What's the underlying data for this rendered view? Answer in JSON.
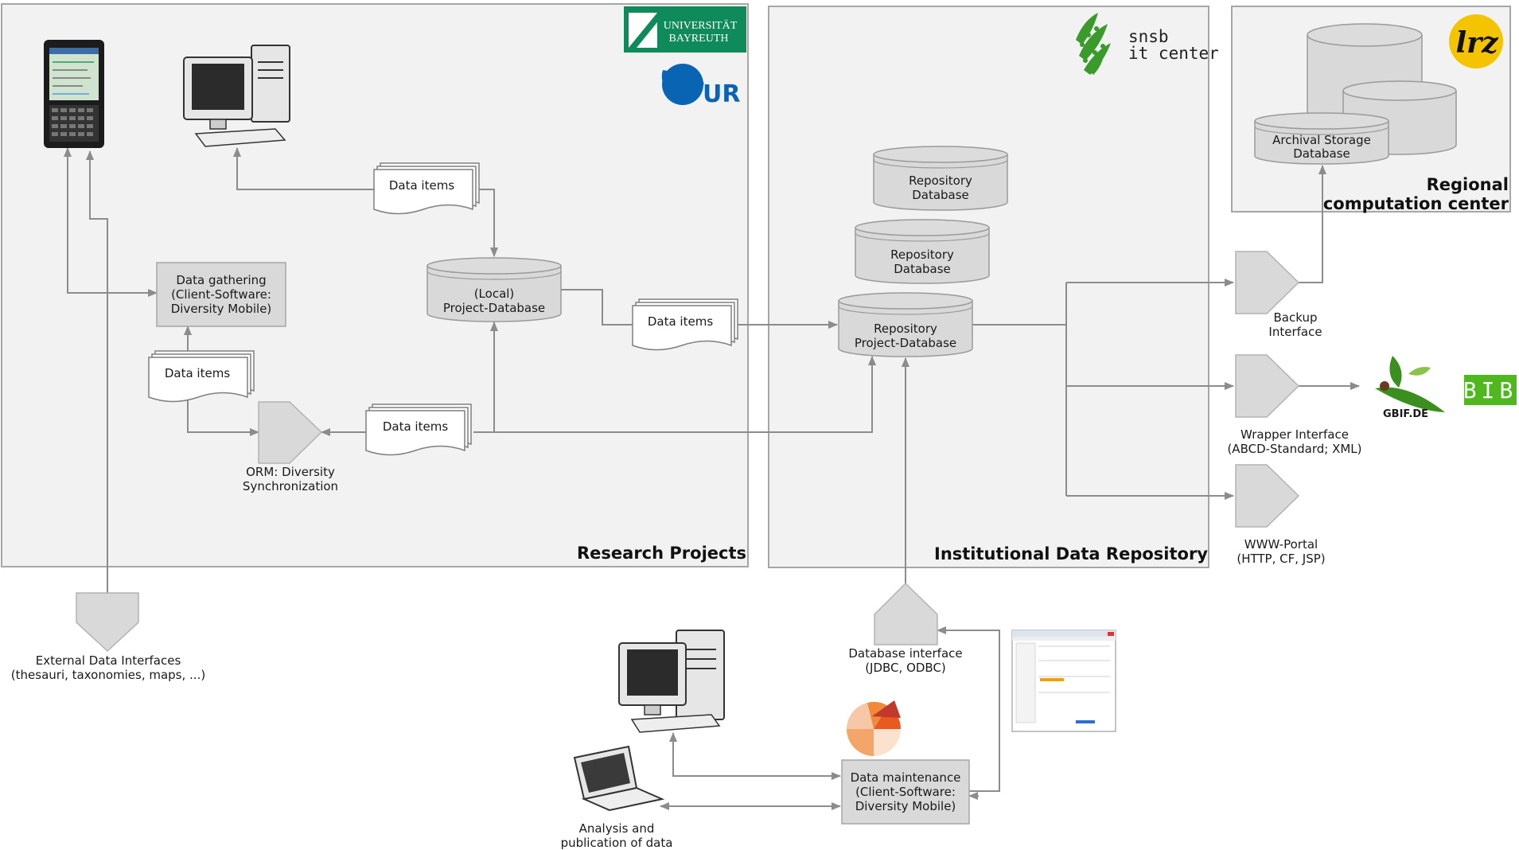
{
  "zones": {
    "research": "Research Projects",
    "repository": "Institutional Data Repository",
    "regional_line1": "Regional",
    "regional_line2": "computation center"
  },
  "logos": {
    "bayreuth_line1": "UNIVERSITÄT",
    "bayreuth_line2": "BAYREUTH",
    "ur": "UR",
    "snsb_line1": "snsb",
    "snsb_line2": "it center",
    "lrz": "lrz",
    "gbif": "GBIF.DE",
    "bib": "BIB"
  },
  "nodes": {
    "data_items_top": "Data items",
    "data_items_mid": "Data items",
    "data_items_left": "Data items",
    "data_items_bottom": "Data items",
    "data_gathering": [
      "Data gathering",
      "(Client-Software:",
      "Diversity Mobile)"
    ],
    "local_db": [
      "(Local)",
      "Project-Database"
    ],
    "orm": [
      "ORM: Diversity",
      "Synchronization"
    ],
    "external": [
      "External Data Interfaces",
      "(thesauri, taxonomies, maps, ...)"
    ],
    "repo_db_1": [
      "Repository",
      "Database"
    ],
    "repo_db_2": [
      "Repository",
      "Database"
    ],
    "repo_project_db": [
      "Repository",
      "Project-Database"
    ],
    "archival": [
      "Archival Storage",
      "Database"
    ],
    "backup": [
      "Backup",
      "Interface"
    ],
    "wrapper": [
      "Wrapper Interface",
      "(ABCD-Standard; XML)"
    ],
    "portal": [
      "WWW-Portal",
      "(HTTP, CF, JSP)"
    ],
    "db_interface": [
      "Database interface",
      "(JDBC, ODBC)"
    ],
    "maintenance": [
      "Data maintenance",
      "(Client-Software:",
      "Diversity Mobile)"
    ],
    "analysis": [
      "Analysis and",
      "publication of data"
    ]
  },
  "colors": {
    "zone_fill": "#f2f2f2",
    "node_fill": "#d9d9d9",
    "connector": "#8c8c8c",
    "bayreuth_green": "#0f8a5a",
    "ur_blue": "#0a64b4",
    "snsb_green": "#3a9a2a",
    "lrz_yellow": "#f5c400",
    "gbif_green": "#3a8f1e",
    "bib_green": "#4fb81f"
  }
}
